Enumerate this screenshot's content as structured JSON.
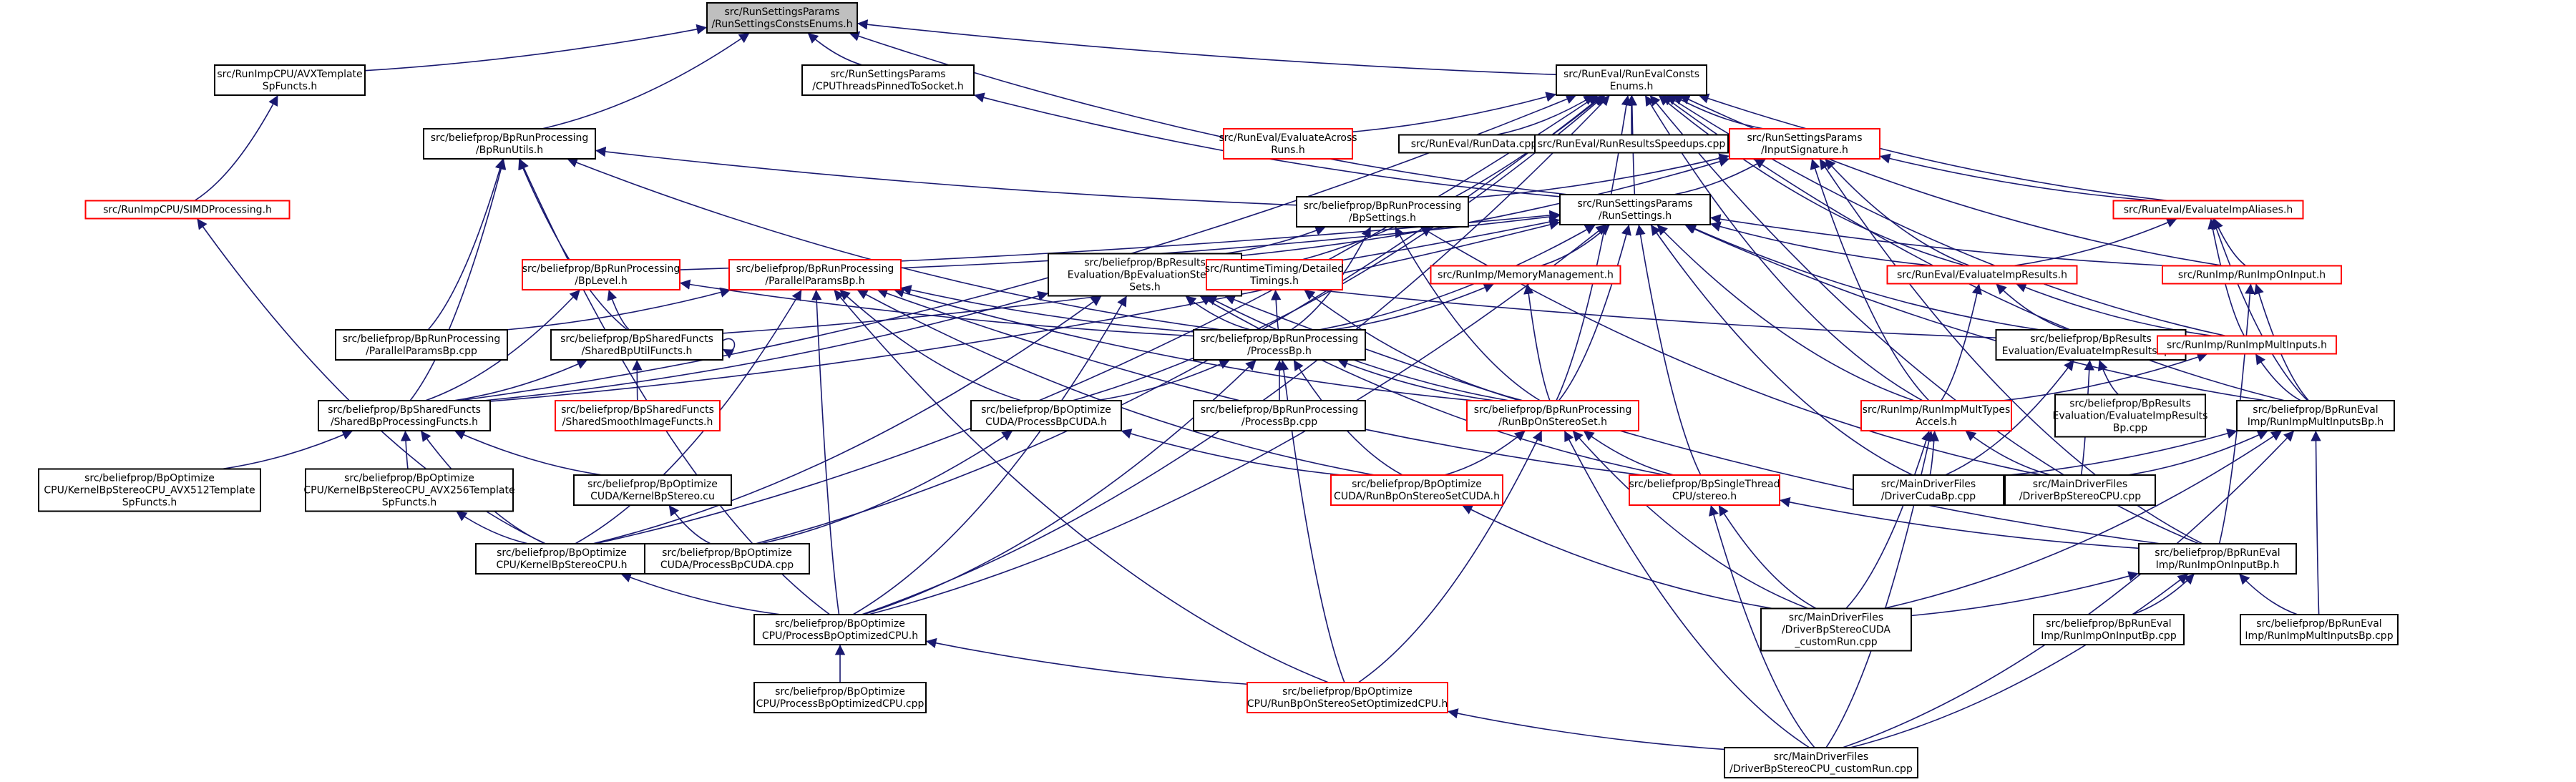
{
  "colors": {
    "edge": "#191970",
    "normal_border": "#000000",
    "truncated_border": "#ff0000",
    "root_fill": "#bfbfbf",
    "node_fill": "#ffffff"
  },
  "nodes": [
    {
      "id": "root",
      "lines": [
        "src/RunSettingsParams",
        "/RunSettingsConstsEnums.h"
      ],
      "style": "root"
    },
    {
      "id": "avxtpl",
      "lines": [
        "src/RunImpCPU/AVXTemplate",
        "SpFuncts.h"
      ],
      "style": "normal"
    },
    {
      "id": "cputhreads",
      "lines": [
        "src/RunSettingsParams",
        "/CPUThreadsPinnedToSocket.h"
      ],
      "style": "normal"
    },
    {
      "id": "runevalconsts",
      "lines": [
        "src/RunEval/RunEvalConsts",
        "Enums.h"
      ],
      "style": "normal"
    },
    {
      "id": "simd",
      "lines": [
        "src/RunImpCPU/SIMDProcessing.h"
      ],
      "style": "red"
    },
    {
      "id": "bprunutils",
      "lines": [
        "src/beliefprop/BpRunProcessing",
        "/BpRunUtils.h"
      ],
      "style": "normal"
    },
    {
      "id": "evalacross",
      "lines": [
        "src/RunEval/EvaluateAcross",
        "Runs.h"
      ],
      "style": "red"
    },
    {
      "id": "rundata",
      "lines": [
        "src/RunEval/RunData.cpp"
      ],
      "style": "normal"
    },
    {
      "id": "speedups",
      "lines": [
        "src/RunEval/RunResultsSpeedups.cpp"
      ],
      "style": "normal"
    },
    {
      "id": "inputsig",
      "lines": [
        "src/RunSettingsParams",
        "/InputSignature.h"
      ],
      "style": "red"
    },
    {
      "id": "bpsettings",
      "lines": [
        "src/beliefprop/BpRunProcessing",
        "/BpSettings.h"
      ],
      "style": "normal"
    },
    {
      "id": "runsettings",
      "lines": [
        "src/RunSettingsParams",
        "/RunSettings.h"
      ],
      "style": "normal"
    },
    {
      "id": "evalimpaliases",
      "lines": [
        "src/RunEval/EvaluateImpAliases.h"
      ],
      "style": "red"
    },
    {
      "id": "bplevel",
      "lines": [
        "src/beliefprop/BpRunProcessing",
        "/BpLevel.h"
      ],
      "style": "red"
    },
    {
      "id": "parallelparams",
      "lines": [
        "src/beliefprop/BpRunProcessing",
        "/ParallelParamsBp.h"
      ],
      "style": "red"
    },
    {
      "id": "bpevalstereo",
      "lines": [
        "src/beliefprop/BpResults",
        "Evaluation/BpEvaluationStereo",
        "Sets.h"
      ],
      "style": "normal"
    },
    {
      "id": "timing",
      "lines": [
        "src/RuntimeTiming/Detailed",
        "Timings.h"
      ],
      "style": "red"
    },
    {
      "id": "memmgmt",
      "lines": [
        "src/RunImp/MemoryManagement.h"
      ],
      "style": "red"
    },
    {
      "id": "evalimpresults",
      "lines": [
        "src/RunEval/EvaluateImpResults.h"
      ],
      "style": "red"
    },
    {
      "id": "runimponinput",
      "lines": [
        "src/RunImp/RunImpOnInput.h"
      ],
      "style": "red"
    },
    {
      "id": "parallelcpp",
      "lines": [
        "src/beliefprop/BpRunProcessing",
        "/ParallelParamsBp.cpp"
      ],
      "style": "normal"
    },
    {
      "id": "bputil",
      "lines": [
        "src/beliefprop/BpSharedFuncts",
        "/SharedBpUtilFuncts.h"
      ],
      "style": "normal"
    },
    {
      "id": "processbp",
      "lines": [
        "src/beliefprop/BpRunProcessing",
        "/ProcessBp.h"
      ],
      "style": "normal"
    },
    {
      "id": "bpevalimpres",
      "lines": [
        "src/beliefprop/BpResults",
        "Evaluation/EvaluateImpResultsBp.h"
      ],
      "style": "normal"
    },
    {
      "id": "runimpmultinputs",
      "lines": [
        "src/RunImp/RunImpMultInputs.h"
      ],
      "style": "red"
    },
    {
      "id": "sharedbpproc",
      "lines": [
        "src/beliefprop/BpSharedFuncts",
        "/SharedBpProcessingFuncts.h"
      ],
      "style": "normal"
    },
    {
      "id": "smoothimg",
      "lines": [
        "src/beliefprop/BpSharedFuncts",
        "/SharedSmoothImageFuncts.h"
      ],
      "style": "red"
    },
    {
      "id": "processcudah",
      "lines": [
        "src/beliefprop/BpOptimize",
        "CUDA/ProcessBpCUDA.h"
      ],
      "style": "normal"
    },
    {
      "id": "processbpcpp",
      "lines": [
        "src/beliefprop/BpRunProcessing",
        "/ProcessBp.cpp"
      ],
      "style": "normal"
    },
    {
      "id": "runbponstereo",
      "lines": [
        "src/beliefprop/BpRunProcessing",
        "/RunBpOnStereoSet.h"
      ],
      "style": "red"
    },
    {
      "id": "runimpmulttypes",
      "lines": [
        "src/RunImp/RunImpMultTypes",
        "Accels.h"
      ],
      "style": "red"
    },
    {
      "id": "evalimpresbpcpp",
      "lines": [
        "src/beliefprop/BpResults",
        "Evaluation/EvaluateImpResults",
        "Bp.cpp"
      ],
      "style": "normal"
    },
    {
      "id": "runimpmultbp",
      "lines": [
        "src/beliefprop/BpRunEval",
        "Imp/RunImpMultInputsBp.h"
      ],
      "style": "normal"
    },
    {
      "id": "kavx512",
      "lines": [
        "src/beliefprop/BpOptimize",
        "CPU/KernelBpStereoCPU_AVX512Template",
        "SpFuncts.h"
      ],
      "style": "normal"
    },
    {
      "id": "kavx256",
      "lines": [
        "src/beliefprop/BpOptimize",
        "CPU/KernelBpStereoCPU_AVX256Template",
        "SpFuncts.h"
      ],
      "style": "normal"
    },
    {
      "id": "kernelcu",
      "lines": [
        "src/beliefprop/BpOptimize",
        "CUDA/KernelBpStereo.cu"
      ],
      "style": "normal"
    },
    {
      "id": "runbpcuda",
      "lines": [
        "src/beliefprop/BpOptimize",
        "CUDA/RunBpOnStereoSetCUDA.h"
      ],
      "style": "red"
    },
    {
      "id": "singlethread",
      "lines": [
        "src/beliefprop/BpSingleThread",
        "CPU/stereo.h"
      ],
      "style": "red"
    },
    {
      "id": "drivercuda",
      "lines": [
        "src/MainDriverFiles",
        "/DriverCudaBp.cpp"
      ],
      "style": "normal"
    },
    {
      "id": "driverstereocpu",
      "lines": [
        "src/MainDriverFiles",
        "/DriverBpStereoCPU.cpp"
      ],
      "style": "normal"
    },
    {
      "id": "kernelcpuh",
      "lines": [
        "src/beliefprop/BpOptimize",
        "CPU/KernelBpStereoCPU.h"
      ],
      "style": "normal"
    },
    {
      "id": "processcudacpp",
      "lines": [
        "src/beliefprop/BpOptimize",
        "CUDA/ProcessBpCUDA.cpp"
      ],
      "style": "normal"
    },
    {
      "id": "runimponinputbp",
      "lines": [
        "src/beliefprop/BpRunEval",
        "Imp/RunImpOnInputBp.h"
      ],
      "style": "normal"
    },
    {
      "id": "processoptcpu",
      "lines": [
        "src/beliefprop/BpOptimize",
        "CPU/ProcessBpOptimizedCPU.h"
      ],
      "style": "normal"
    },
    {
      "id": "drivercudarun",
      "lines": [
        "src/MainDriverFiles",
        "/DriverBpStereoCUDA",
        "_customRun.cpp"
      ],
      "style": "normal"
    },
    {
      "id": "runimponinputbpcpp",
      "lines": [
        "src/beliefprop/BpRunEval",
        "Imp/RunImpOnInputBp.cpp"
      ],
      "style": "normal"
    },
    {
      "id": "runimpmultbpcpp",
      "lines": [
        "src/beliefprop/BpRunEval",
        "Imp/RunImpMultInputsBp.cpp"
      ],
      "style": "normal"
    },
    {
      "id": "processoptcpucpp",
      "lines": [
        "src/beliefprop/BpOptimize",
        "CPU/ProcessBpOptimizedCPU.cpp"
      ],
      "style": "normal"
    },
    {
      "id": "runbpoptcpu",
      "lines": [
        "src/beliefprop/BpOptimize",
        "CPU/RunBpOnStereoSetOptimizedCPU.h"
      ],
      "style": "red"
    },
    {
      "id": "drivercpurun",
      "lines": [
        "src/MainDriverFiles",
        "/DriverBpStereoCPU_customRun.cpp"
      ],
      "style": "normal"
    }
  ],
  "edges": [
    [
      "avxtpl",
      "root"
    ],
    [
      "cputhreads",
      "root"
    ],
    [
      "runevalconsts",
      "root"
    ],
    [
      "bprunutils",
      "root"
    ],
    [
      "runsettings",
      "root"
    ],
    [
      "simd",
      "avxtpl"
    ],
    [
      "runsettings",
      "cputhreads"
    ],
    [
      "evalacross",
      "runevalconsts"
    ],
    [
      "rundata",
      "runevalconsts"
    ],
    [
      "speedups",
      "runevalconsts"
    ],
    [
      "inputsig",
      "runevalconsts"
    ],
    [
      "runsettings",
      "runevalconsts"
    ],
    [
      "evalimpaliases",
      "runevalconsts"
    ],
    [
      "evalimpresults",
      "runevalconsts"
    ],
    [
      "runimponinput",
      "runevalconsts"
    ],
    [
      "runimpmulttypes",
      "runevalconsts"
    ],
    [
      "runimpmultinputs",
      "runevalconsts"
    ],
    [
      "runbponstereo",
      "runevalconsts"
    ],
    [
      "timing",
      "runevalconsts"
    ],
    [
      "processcudah",
      "runevalconsts"
    ],
    [
      "runimpmultbp",
      "runevalconsts"
    ],
    [
      "runimponinputbp",
      "runevalconsts"
    ],
    [
      "sharedbpproc",
      "runevalconsts"
    ],
    [
      "processoptcpu",
      "runevalconsts"
    ],
    [
      "kernelcpuh",
      "runevalconsts"
    ],
    [
      "processcudacpp",
      "runevalconsts"
    ],
    [
      "kernelcpuh",
      "simd"
    ],
    [
      "bpsettings",
      "bprunutils"
    ],
    [
      "bputil",
      "bprunutils"
    ],
    [
      "processbp",
      "bprunutils"
    ],
    [
      "parallelcpp",
      "bprunutils"
    ],
    [
      "sharedbpproc",
      "bprunutils"
    ],
    [
      "processoptcpu",
      "bprunutils"
    ],
    [
      "bpsettings",
      "inputsig"
    ],
    [
      "runsettings",
      "inputsig"
    ],
    [
      "evalimpaliases",
      "inputsig"
    ],
    [
      "evalimpresults",
      "inputsig"
    ],
    [
      "runimpmulttypes",
      "inputsig"
    ],
    [
      "runimponinputbp",
      "inputsig"
    ],
    [
      "bpevalstereo",
      "inputsig"
    ],
    [
      "bpevalstereo",
      "bpsettings"
    ],
    [
      "processbp",
      "bpsettings"
    ],
    [
      "runbponstereo",
      "bpsettings"
    ],
    [
      "driverstereocpu",
      "bpsettings"
    ],
    [
      "memmgmt",
      "runsettings"
    ],
    [
      "evalimpresults",
      "runsettings"
    ],
    [
      "bplevel",
      "runsettings"
    ],
    [
      "parallelparams",
      "runsettings"
    ],
    [
      "processbp",
      "runsettings"
    ],
    [
      "runbponstereo",
      "runsettings"
    ],
    [
      "runimpmulttypes",
      "runsettings"
    ],
    [
      "singlethread",
      "runsettings"
    ],
    [
      "runimponinput",
      "runsettings"
    ],
    [
      "bpevalimpres",
      "runsettings"
    ],
    [
      "runimpmultbp",
      "runsettings"
    ],
    [
      "processoptcpu",
      "runsettings"
    ],
    [
      "sharedbpproc",
      "runsettings"
    ],
    [
      "bputil",
      "runsettings"
    ],
    [
      "drivercuda",
      "runsettings"
    ],
    [
      "runimponinput",
      "evalimpaliases"
    ],
    [
      "runimpmultinputs",
      "evalimpaliases"
    ],
    [
      "evalimpresults",
      "evalimpaliases"
    ],
    [
      "runimpmultbp",
      "evalimpaliases"
    ],
    [
      "bputil",
      "bplevel"
    ],
    [
      "processbp",
      "bplevel"
    ],
    [
      "sharedbpproc",
      "bplevel"
    ],
    [
      "parallelcpp",
      "parallelparams"
    ],
    [
      "processbp",
      "parallelparams"
    ],
    [
      "runbponstereo",
      "parallelparams"
    ],
    [
      "processcudah",
      "parallelparams"
    ],
    [
      "kernelcpuh",
      "parallelparams"
    ],
    [
      "processoptcpu",
      "parallelparams"
    ],
    [
      "runbpoptcpu",
      "parallelparams"
    ],
    [
      "runbpcuda",
      "parallelparams"
    ],
    [
      "singlethread",
      "parallelparams"
    ],
    [
      "processbp",
      "bpevalstereo"
    ],
    [
      "runbponstereo",
      "bpevalstereo"
    ],
    [
      "bpevalimpres",
      "bpevalstereo"
    ],
    [
      "kernelcpuh",
      "bpevalstereo"
    ],
    [
      "processoptcpu",
      "bpevalstereo"
    ],
    [
      "singlethread",
      "bpevalstereo"
    ],
    [
      "runimponinputbp",
      "bpevalstereo"
    ],
    [
      "sharedbpproc",
      "bpevalstereo"
    ],
    [
      "processbp",
      "timing"
    ],
    [
      "runbponstereo",
      "timing"
    ],
    [
      "processbp",
      "memmgmt"
    ],
    [
      "runbponstereo",
      "memmgmt"
    ],
    [
      "bpevalimpres",
      "evalimpresults"
    ],
    [
      "runimpmultinputs",
      "evalimpresults"
    ],
    [
      "runimpmulttypes",
      "evalimpresults"
    ],
    [
      "runimpmultbp",
      "runimponinput"
    ],
    [
      "runimponinputbp",
      "runimponinput"
    ],
    [
      "bputil",
      "bputil"
    ],
    [
      "sharedbpproc",
      "bputil"
    ],
    [
      "smoothimg",
      "bputil"
    ],
    [
      "processcudah",
      "processbp"
    ],
    [
      "processbpcpp",
      "processbp"
    ],
    [
      "runbponstereo",
      "processbp"
    ],
    [
      "processoptcpu",
      "processbp"
    ],
    [
      "runbpoptcpu",
      "processbp"
    ],
    [
      "runbpcuda",
      "processbp"
    ],
    [
      "evalimpresbpcpp",
      "bpevalimpres"
    ],
    [
      "drivercuda",
      "bpevalimpres"
    ],
    [
      "driverstereocpu",
      "bpevalimpres"
    ],
    [
      "runimpmultbp",
      "runimpmultinputs"
    ],
    [
      "runimpmulttypes",
      "runimpmultinputs"
    ],
    [
      "kavx512",
      "sharedbpproc"
    ],
    [
      "kavx256",
      "sharedbpproc"
    ],
    [
      "kernelcu",
      "sharedbpproc"
    ],
    [
      "kernelcpuh",
      "sharedbpproc"
    ],
    [
      "processcudacpp",
      "processcudah"
    ],
    [
      "runbpcuda",
      "processcudah"
    ],
    [
      "runbpcuda",
      "runbponstereo"
    ],
    [
      "singlethread",
      "runbponstereo"
    ],
    [
      "runbpoptcpu",
      "runbponstereo"
    ],
    [
      "drivercudarun",
      "runbponstereo"
    ],
    [
      "drivercpurun",
      "runbponstereo"
    ],
    [
      "drivercuda",
      "runimpmulttypes"
    ],
    [
      "driverstereocpu",
      "runimpmulttypes"
    ],
    [
      "drivercudarun",
      "runimpmulttypes"
    ],
    [
      "drivercpurun",
      "runimpmulttypes"
    ],
    [
      "drivercuda",
      "runimpmultbp"
    ],
    [
      "driverstereocpu",
      "runimpmultbp"
    ],
    [
      "drivercudarun",
      "runimpmultbp"
    ],
    [
      "runimpmultbpcpp",
      "runimpmultbp"
    ],
    [
      "drivercpurun",
      "runimpmultbp"
    ],
    [
      "kernelcpuh",
      "kavx256"
    ],
    [
      "processcudacpp",
      "kernelcu"
    ],
    [
      "drivercudarun",
      "runbpcuda"
    ],
    [
      "runimponinputbp",
      "singlethread"
    ],
    [
      "drivercudarun",
      "singlethread"
    ],
    [
      "drivercpurun",
      "singlethread"
    ],
    [
      "processoptcpu",
      "kernelcpuh"
    ],
    [
      "runimponinputbpcpp",
      "runimponinputbp"
    ],
    [
      "runimpmultbpcpp",
      "runimponinputbp"
    ],
    [
      "drivercudarun",
      "runimponinputbp"
    ],
    [
      "drivercpurun",
      "runimponinputbp"
    ],
    [
      "processoptcpucpp",
      "processoptcpu"
    ],
    [
      "runbpoptcpu",
      "processoptcpu"
    ],
    [
      "drivercpurun",
      "runbpoptcpu"
    ]
  ]
}
